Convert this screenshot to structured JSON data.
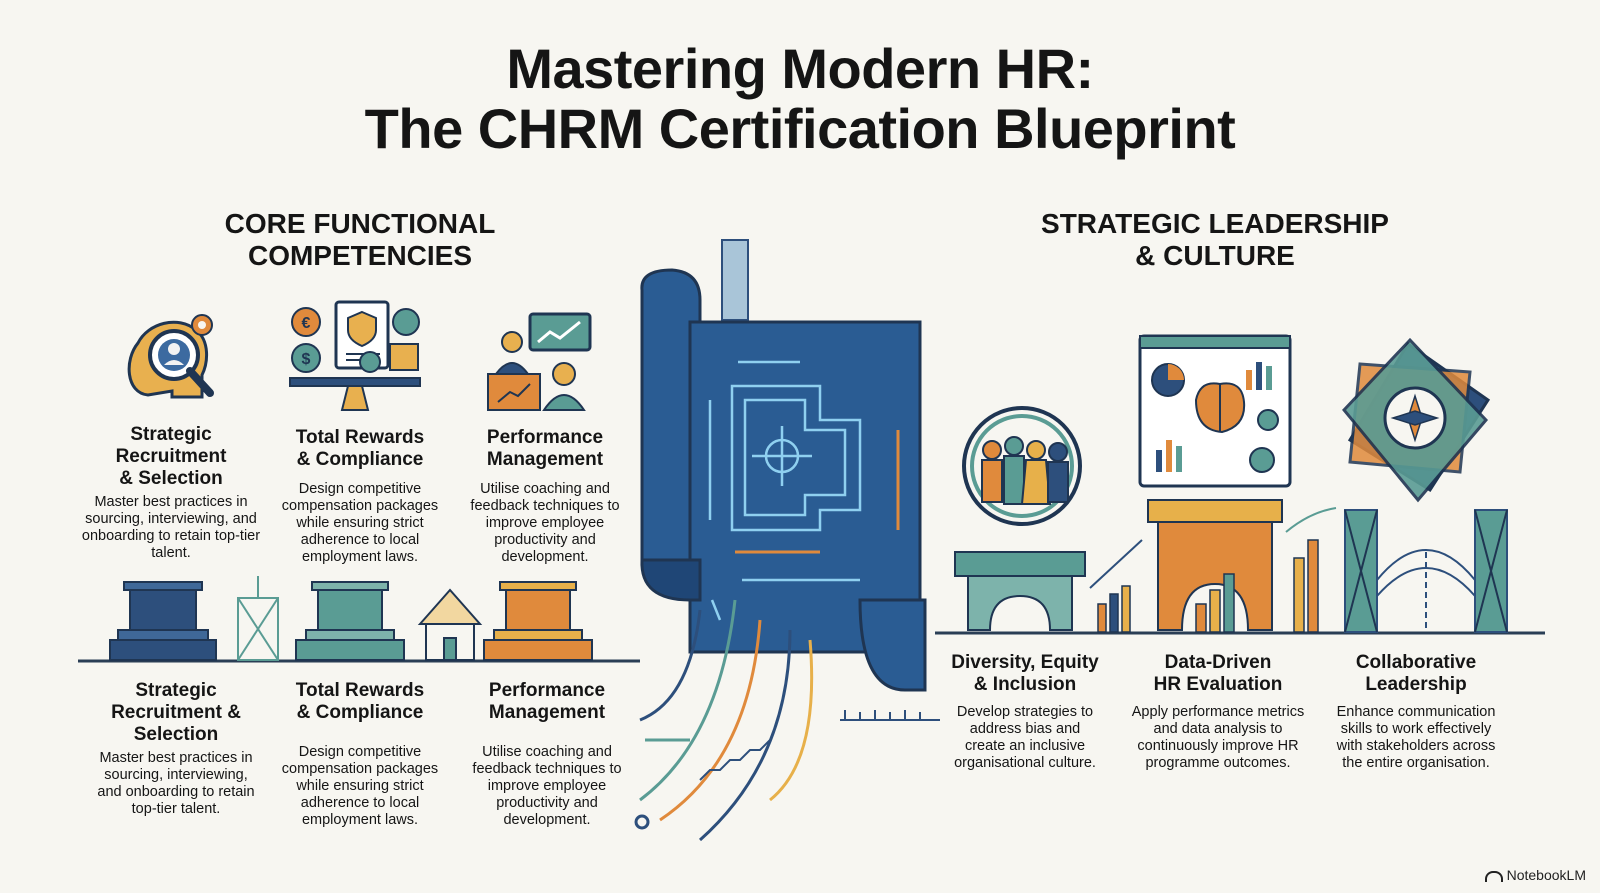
{
  "title": {
    "line1": "Mastering Modern HR:",
    "line2": "The CHRM Certification Blueprint"
  },
  "sections": {
    "core": {
      "line1": "CORE FUNCTIONAL",
      "line2": "COMPETENCIES"
    },
    "strategic": {
      "line1": "STRATEGIC LEADERSHIP",
      "line2": "& CULTURE"
    }
  },
  "core_top": [
    {
      "heading": "Strategic\nRecruitment\n& Selection",
      "body": "Master best practices in sourcing, interviewing, and onboarding to retain top-tier talent.",
      "icon": "recruitment-search-icon"
    },
    {
      "heading": "Total Rewards\n& Compliance",
      "body": "Design competitive compensation packages while ensuring strict adherence to local employment laws.",
      "icon": "rewards-compliance-icon"
    },
    {
      "heading": "Performance\nManagement",
      "body": "Utilise coaching and feedback techniques to improve employee productivity and development.",
      "icon": "performance-coaching-icon"
    }
  ],
  "core_bottom": [
    {
      "heading": "Strategic\nRecruitment &\nSelection",
      "body": "Master best practices in sourcing, interviewing, and onboarding to retain top-tier talent."
    },
    {
      "heading": "Total Rewards\n& Compliance",
      "body": "Design competitive compensation packages while ensuring strict adherence to local employment laws."
    },
    {
      "heading": "Performance\nManagement",
      "body": "Utilise coaching and feedback techniques to improve employee productivity and development."
    }
  ],
  "strategic_items": [
    {
      "heading": "Diversity, Equity\n& Inclusion",
      "body": "Develop strategies to address bias and create an inclusive organisational culture.",
      "icon": "diverse-people-icon"
    },
    {
      "heading": "Data-Driven\nHR Evaluation",
      "body": "Apply performance metrics and data analysis to continuously improve HR programme outcomes.",
      "icon": "analytics-brain-icon"
    },
    {
      "heading": "Collaborative\nLeadership",
      "body": "Enhance communication skills to work effectively with stakeholders across the entire organisation.",
      "icon": "hands-compass-icon"
    }
  ],
  "brand": "NotebookLM",
  "colors": {
    "navy": "#2d4f7c",
    "blueprint": "#2a5c93",
    "teal": "#5a9c94",
    "orange": "#e08a3c",
    "gold": "#e7b04a",
    "background": "#f7f6f1"
  }
}
